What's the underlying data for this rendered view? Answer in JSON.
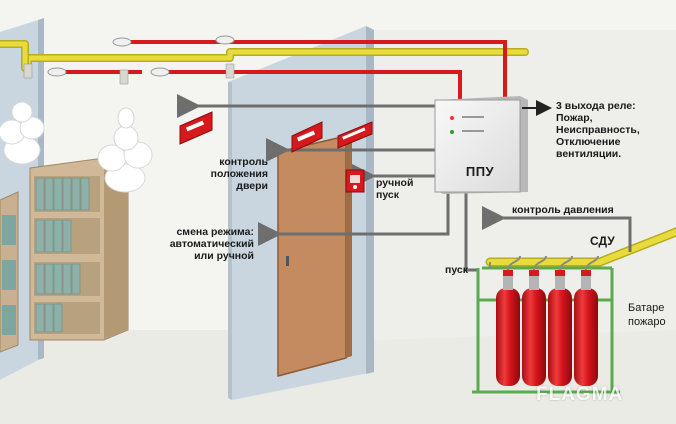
{
  "labels": {
    "relay": [
      "3 выхода реле:",
      "Пожар,",
      "Неисправность,",
      "Отключение",
      "вентиляции."
    ],
    "door": [
      "контроль",
      "положения",
      "двери"
    ],
    "manual_start": [
      "ручной",
      "пуск"
    ],
    "mode": [
      "смена режима:",
      "автоматический",
      "или ручной"
    ],
    "ppu": "ППУ",
    "pressure": "контроль давления",
    "sdu": "СДУ",
    "start": "пуск",
    "battery": [
      "Батаре",
      "пожаро"
    ]
  },
  "watermark": "FLAGMA",
  "colors": {
    "alarm_line": "#d6191c",
    "gas_pipe": "#e8dc3c",
    "signal_line": "#6e6e6e",
    "cylinder": "#d4141b",
    "frame": "#5aaa50",
    "door": "#c48a60",
    "wall": "#c9d6e0",
    "shelf": "#c8b090"
  },
  "icons": [
    "smoke-detector-icon",
    "exit-sign-icon",
    "manual-call-point-icon"
  ]
}
